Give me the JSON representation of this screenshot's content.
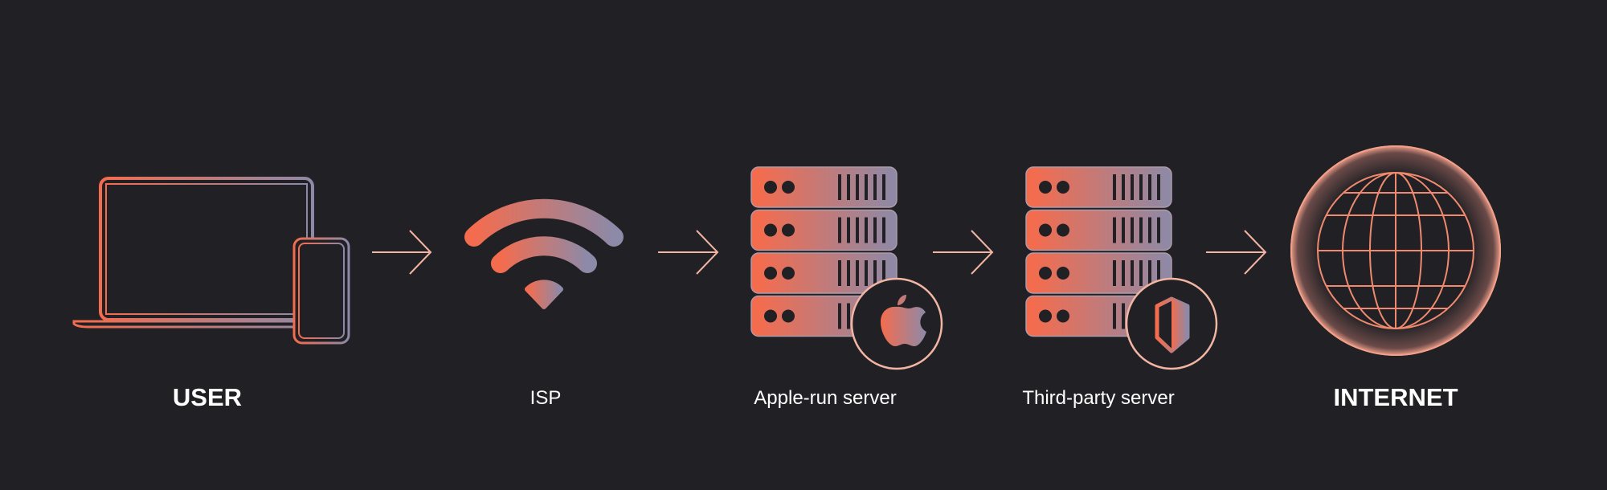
{
  "diagram": {
    "nodes": [
      {
        "id": "user",
        "label": "USER",
        "icon": "laptop-phone-icon"
      },
      {
        "id": "isp",
        "label": "ISP",
        "icon": "wifi-icon"
      },
      {
        "id": "apple",
        "label": "Apple-run server",
        "icon": "server-apple-icon"
      },
      {
        "id": "third",
        "label": "Third-party server",
        "icon": "server-shield-icon"
      },
      {
        "id": "internet",
        "label": "INTERNET",
        "icon": "globe-icon"
      }
    ],
    "edges": [
      [
        "user",
        "isp"
      ],
      [
        "isp",
        "apple"
      ],
      [
        "apple",
        "third"
      ],
      [
        "third",
        "internet"
      ]
    ],
    "colors": {
      "background": "#212024",
      "gradient_start": "#f46c4e",
      "gradient_end": "#8c8aa8",
      "arrow": "#f3b5a3",
      "text": "#ffffff"
    }
  }
}
